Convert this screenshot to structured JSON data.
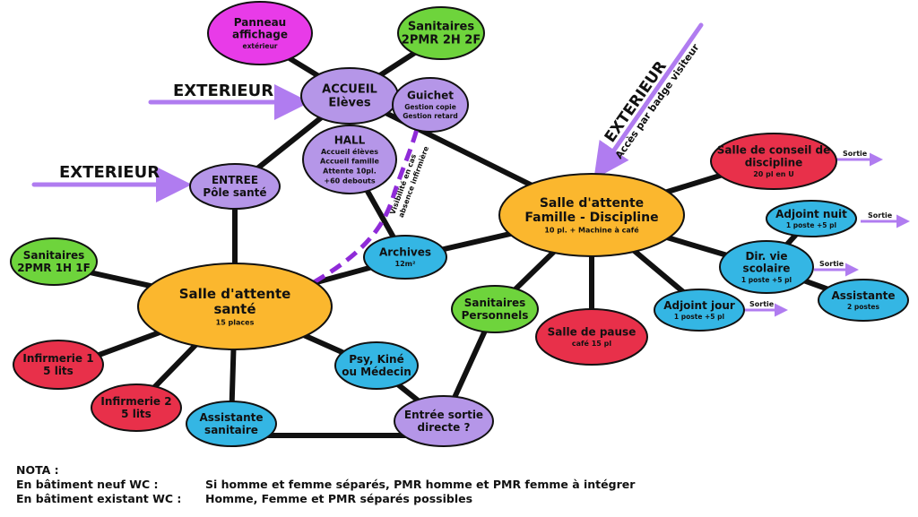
{
  "colors": {
    "magenta": "#e83be8",
    "green": "#6ed43c",
    "violet": "#b596e8",
    "orange": "#fbb72e",
    "red": "#e8304a",
    "blue": "#34b6e4",
    "arrow": "#b07cf0",
    "dash": "#8f2bd8",
    "line": "#111111"
  },
  "nodes": {
    "panneau": {
      "lines": [
        "Panneau",
        "affichage"
      ],
      "sub": [
        "extérieur"
      ],
      "color": "magenta"
    },
    "sanitaires_top": {
      "lines": [
        "Sanitaires",
        "2PMR 2H 2F"
      ],
      "sub": [],
      "color": "green"
    },
    "accueil": {
      "lines": [
        "ACCUEIL",
        "Elèves"
      ],
      "sub": [],
      "color": "violet"
    },
    "guichet": {
      "lines": [
        "Guichet"
      ],
      "sub": [
        "Gestion copie",
        "Gestion retard"
      ],
      "color": "violet"
    },
    "hall": {
      "lines": [
        "HALL"
      ],
      "sub": [
        "Accueil élèves",
        "Accueil famille",
        "Attente 10pl.",
        "+60 debouts"
      ],
      "color": "violet"
    },
    "entree": {
      "lines": [
        "ENTREE",
        "Pôle santé"
      ],
      "sub": [],
      "color": "violet"
    },
    "sanitaires_left": {
      "lines": [
        "Sanitaires",
        "2PMR 1H 1F"
      ],
      "sub": [],
      "color": "green"
    },
    "salle_sante": {
      "lines": [
        "Salle d'attente",
        "santé"
      ],
      "sub": [
        "15 places"
      ],
      "color": "orange"
    },
    "archives": {
      "lines": [
        "Archives"
      ],
      "sub": [
        "12m²"
      ],
      "color": "blue"
    },
    "infirmerie1": {
      "lines": [
        "Infirmerie 1",
        "5 lits"
      ],
      "sub": [],
      "color": "red"
    },
    "infirmerie2": {
      "lines": [
        "Infirmerie 2",
        "5 lits"
      ],
      "sub": [],
      "color": "red"
    },
    "assistante_sanitaire": {
      "lines": [
        "Assistante",
        "sanitaire"
      ],
      "sub": [],
      "color": "blue"
    },
    "psy": {
      "lines": [
        "Psy, Kiné",
        "ou Médecin"
      ],
      "sub": [],
      "color": "blue"
    },
    "entree_sortie": {
      "lines": [
        "Entrée sortie",
        "directe ?"
      ],
      "sub": [],
      "color": "violet"
    },
    "sanitaires_perso": {
      "lines": [
        "Sanitaires",
        "Personnels"
      ],
      "sub": [],
      "color": "green"
    },
    "salle_famille": {
      "lines": [
        "Salle d'attente",
        "Famille - Discipline"
      ],
      "sub": [
        "10 pl. + Machine à café"
      ],
      "color": "orange"
    },
    "salle_pause": {
      "lines": [
        "Salle de pause"
      ],
      "sub": [
        "café 15 pl"
      ],
      "color": "red"
    },
    "conseil": {
      "lines": [
        "Salle de conseil de",
        "discipline"
      ],
      "sub": [
        "20 pl en U"
      ],
      "color": "red"
    },
    "adjoint_nuit": {
      "lines": [
        "Adjoint nuit"
      ],
      "sub": [
        "1 poste +5 pl"
      ],
      "color": "blue"
    },
    "dir_vie": {
      "lines": [
        "Dir. vie",
        "scolaire"
      ],
      "sub": [
        "1 poste +5 pl"
      ],
      "color": "blue"
    },
    "assistante": {
      "lines": [
        "Assistante"
      ],
      "sub": [
        "2 postes"
      ],
      "color": "blue"
    },
    "adjoint_jour": {
      "lines": [
        "Adjoint jour"
      ],
      "sub": [
        "1 poste +5 pl"
      ],
      "color": "blue"
    }
  },
  "exterior_labels": {
    "top_left": "EXTERIEUR",
    "left": "EXTERIEUR",
    "right": "EXTERIEUR",
    "badge": "Accès par badge visiteur"
  },
  "dashed_label": [
    "Visibilité en cas",
    "absence infirmière"
  ],
  "sortie_label": "Sortie",
  "notes": {
    "title": "NOTA :",
    "rows": [
      {
        "label": "En bâtiment neuf WC :",
        "text": "Si homme et femme séparés, PMR homme et PMR femme à intégrer"
      },
      {
        "label": "En bâtiment existant WC :",
        "text": "Homme, Femme et PMR séparés possibles"
      }
    ]
  }
}
